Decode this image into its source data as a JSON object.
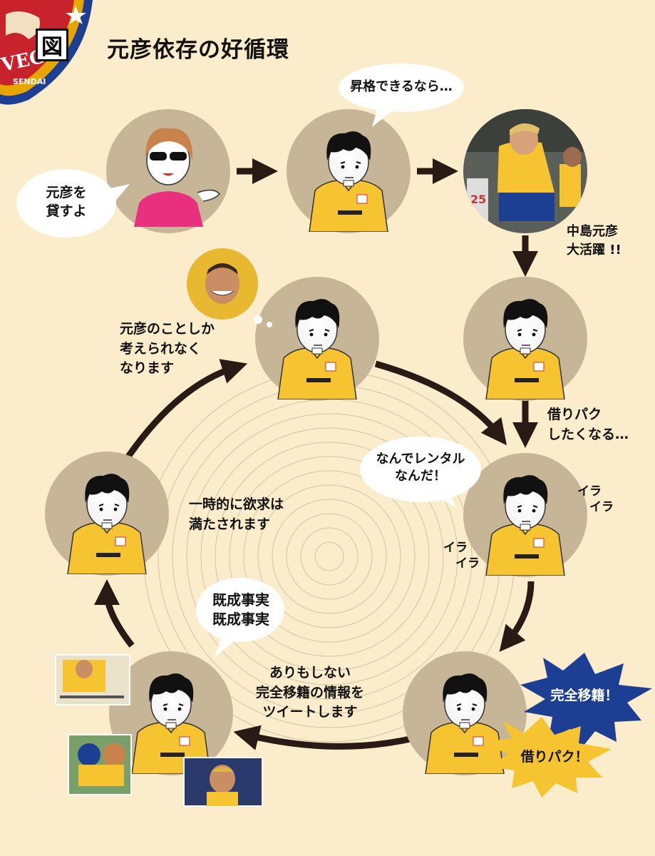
{
  "title": "元彦依存の好循環",
  "title_mark": "図",
  "logo": {
    "text": "VEG",
    "subtext": "SENDAI"
  },
  "bubbles": {
    "lend": "元彦を\n貸すよ",
    "promotion": "昇格できるなら…",
    "why_rental": "なんでレンタル\nなんだ！",
    "fait_accompli": "既成事実\n既成事実"
  },
  "labels": {
    "big_play": "中島元彦\n大活躍 !!",
    "want_borrow": "借りパク\nしたくなる…",
    "think_only": "元彦のことしか\n考えられなく\nなります",
    "satisfied": "一時的に欲求は\n満たされます",
    "tweet": "ありもしない\n完全移籍の情報を\nツイートします",
    "ira1": "イラ\n　イラ",
    "ira2": "イラ\n　イラ"
  },
  "bursts": {
    "transfer": "完全移籍！",
    "borrow": "借りパク！"
  },
  "colors": {
    "background": "#fbeccb",
    "circle": "#c6b596",
    "arrow": "#2a1a16",
    "shirt": "#f6c430",
    "transfer_burst": "#1c3f94",
    "borrow_burst": "#f6c430",
    "pink_shirt": "#e8307e"
  },
  "icons": [
    "vegalta-logo",
    "sunglasses-woman-icon",
    "fan-icon",
    "player-photo",
    "tweet-photo"
  ]
}
